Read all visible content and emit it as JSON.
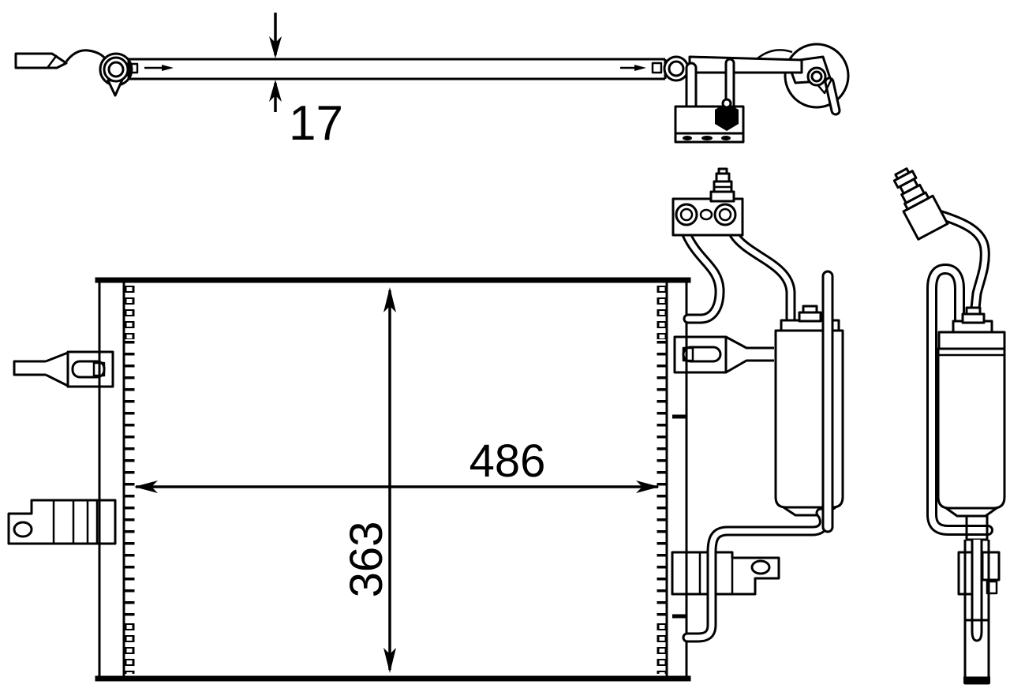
{
  "drawing": {
    "background": "#ffffff",
    "stroke_color": "#000000",
    "labels": {
      "thickness": "17",
      "width": "486",
      "height": "363"
    }
  }
}
